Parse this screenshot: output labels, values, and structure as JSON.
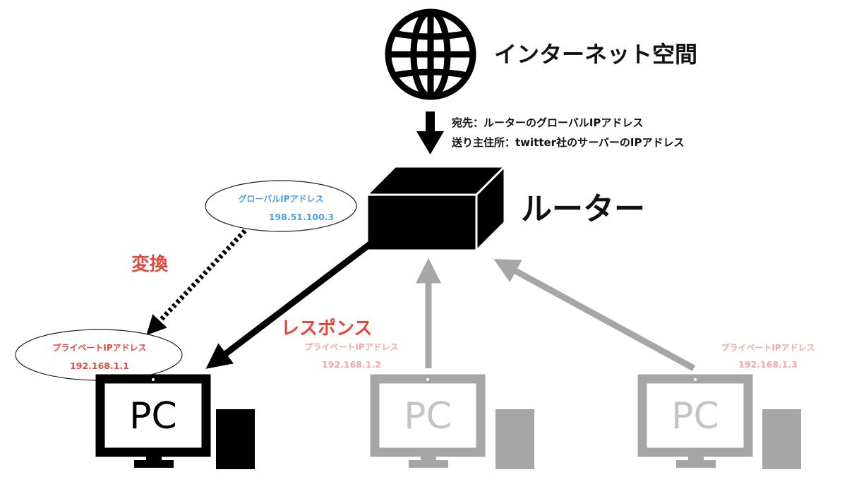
{
  "internet": {
    "label": "インターネット空間"
  },
  "packet": {
    "destination": "宛先：ルーターのグローバルIPアドレス",
    "source": "送り主住所：twitter社のサーバーのIPアドレス"
  },
  "router": {
    "label": "ルーター"
  },
  "global_ip": {
    "label": "グローバルIPアドレス",
    "value": "198.51.100.3"
  },
  "conversion": {
    "label": "変換"
  },
  "response": {
    "label": "レスポンス"
  },
  "pcs": [
    {
      "label": "PC",
      "ip_label": "プライベートIPアドレス",
      "ip": "192.168.1.1"
    },
    {
      "label": "PC",
      "ip_label": "プライベートIPアドレス",
      "ip": "192.168.1.2"
    },
    {
      "label": "PC",
      "ip_label": "プライベートIPアドレス",
      "ip": "192.168.1.3"
    }
  ],
  "colors": {
    "black": "#000000",
    "gray": "#a6a6a6",
    "faded_gray": "#c4c4c4",
    "red": "#e0493c",
    "faded_red": "#f1aaa2",
    "blue": "#4a9ee3"
  }
}
